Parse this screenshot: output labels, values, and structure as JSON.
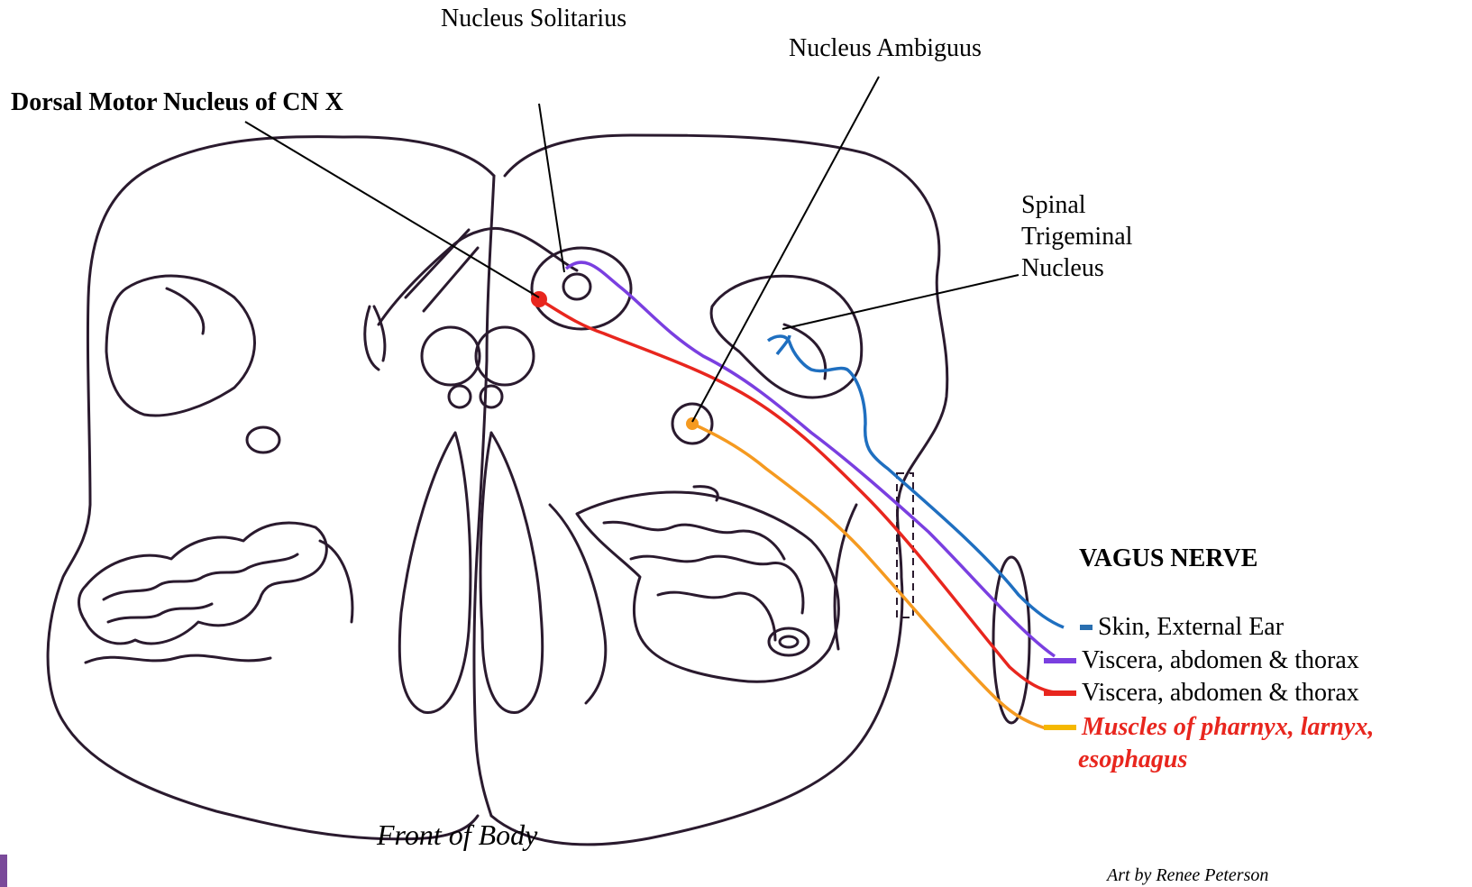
{
  "labels": {
    "nucleus_solitarius": "Nucleus Solitarius",
    "nucleus_ambiguus": "Nucleus Ambiguus",
    "dorsal_motor_nucleus": "Dorsal Motor Nucleus of CN X",
    "spinal_trigeminal_line1": "Spinal",
    "spinal_trigeminal_line2": "Trigeminal",
    "spinal_trigeminal_line3": "Nucleus",
    "vagus_nerve": "VAGUS NERVE",
    "front_of_body": "Front of Body",
    "art_credit": "Art by Renee Peterson"
  },
  "legend": [
    {
      "label": "Skin, External Ear",
      "color": "#2a6fb0"
    },
    {
      "label": "Viscera, abdomen & thorax",
      "color": "#7a3fe0"
    },
    {
      "label": "Viscera, abdomen & thorax",
      "color": "#e8261e"
    },
    {
      "label": "Muscles of pharnyx, larnyx,",
      "label2": "esophagus",
      "color": "#f5b800",
      "text_color": "#e8261e"
    }
  ],
  "colors": {
    "outline": "#2a1a2e",
    "blue": "#1f6fc0",
    "purple": "#7a3fe0",
    "red": "#e8261e",
    "orange": "#f59a20",
    "accent_text": "#e8261e"
  }
}
